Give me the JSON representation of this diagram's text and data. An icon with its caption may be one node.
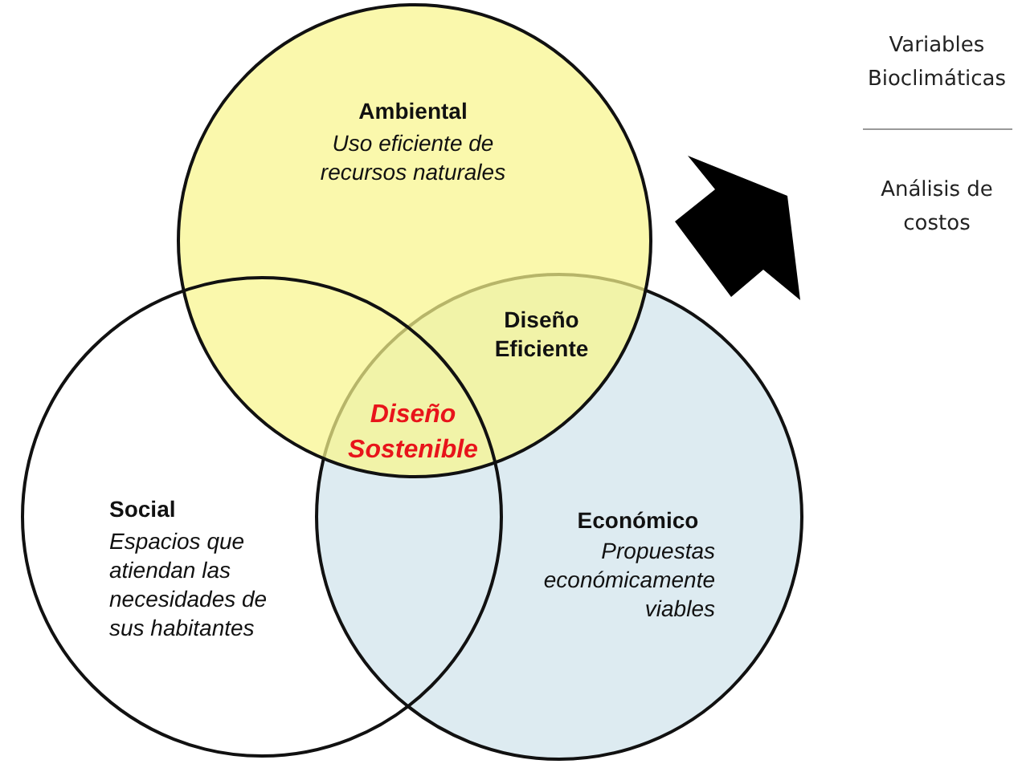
{
  "diagram": {
    "nodes": [
      {
        "text": [
          "Ambiental",
          "Uso eficiente de recursos naturales"
        ]
      },
      {
        "text": [
          "Social",
          "Espacios que atiendan las necesidades de sus habitantes"
        ]
      },
      {
        "text": [
          "Económico",
          "Propuestas económicamente viables"
        ]
      },
      {
        "text": [
          "Variables Bioclimáticas",
          "Análisis de costos"
        ]
      }
    ],
    "edges": [
      {
        "from": 0,
        "to": 3,
        "arrow": "to"
      }
    ],
    "labels": [
      "Diseño Eficiente",
      "Diseño Sostenible"
    ]
  }
}
